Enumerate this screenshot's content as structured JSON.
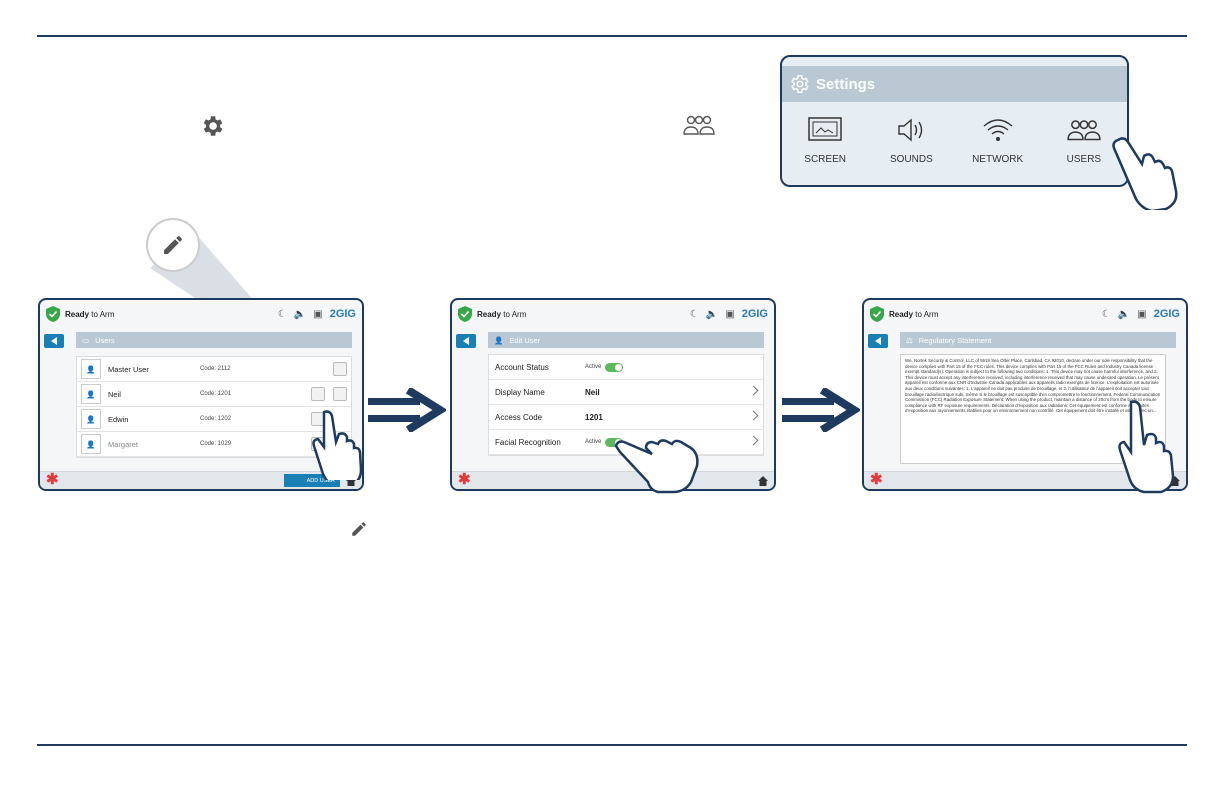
{
  "settings_card": {
    "title": "Settings",
    "items": [
      {
        "label": "SCREEN",
        "icon": "screen-icon"
      },
      {
        "label": "SOUNDS",
        "icon": "speaker-icon"
      },
      {
        "label": "NETWORK",
        "icon": "wifi-icon"
      },
      {
        "label": "USERS",
        "icon": "users-icon"
      }
    ]
  },
  "status": {
    "ready": "Ready",
    "to_arm": " to Arm",
    "brand": "2GIG"
  },
  "screen_users": {
    "title": "Users",
    "rows": [
      {
        "name": "Master User",
        "code": "Code: 2112"
      },
      {
        "name": "Neil",
        "code": "Code: 1201"
      },
      {
        "name": "Edwin",
        "code": "Code: 1202"
      },
      {
        "name": "Margaret",
        "code": "Code: 1029"
      }
    ],
    "add_user": "ADD USER"
  },
  "screen_edit": {
    "title": "Edit User",
    "rows": [
      {
        "label": "Account Status",
        "value": "Active"
      },
      {
        "label": "Display Name",
        "value": "Neil"
      },
      {
        "label": "Access Code",
        "value": "1201"
      },
      {
        "label": "Facial Recognition",
        "value": "Active"
      }
    ]
  },
  "screen_reg": {
    "title": "Regulatory Statement",
    "text": "We, Nortek Security & Control, LLC of 5919 Sea Otter Place, Carlsbad, CA 92010, declare under our sole responsibility that the device complies with Part 15 of the FCC rules. This device complies with Part 15 of the FCC Rules and Industry Canada license exempt standard(s). Operation is subject to the following two conditions: 1. This device may not cause harmful interference, and 2. This device must accept any interference received, including interference received that may cause undesired operation. Le présent appareil est conforme aux CNR d'Industrie Canada applicables aux appareils radio exempts de licence. L'exploitation est autorisée aux deux conditions suivantes: 1. L'appareil ne doit pas produire de brouillage, et 2. l'utilisateur de l'appareil doit accepter tout brouillage radioélectrique subi, même si le brouillage est susceptible d'en compromettre le fonctionnement. Federal Communication Commission (FCC) Radiation Exposure Statement: When using the product, maintain a distance of 20cm from the body to ensure compliance with RF exposure requirements. Déclaration d'exposition aux radiations: Cet équipement est conforme aux limites d'exposition aux rayonnements établies pour un environnement non contrôlé. Cet équipement doit être installé et utilisé avec un..."
  },
  "colors": {
    "navy": "#1f3a5f",
    "accent": "#1a7fb5",
    "header_gray": "#b9c8d3",
    "toggle_green": "#5db85c",
    "alert_red": "#e23b3b"
  }
}
